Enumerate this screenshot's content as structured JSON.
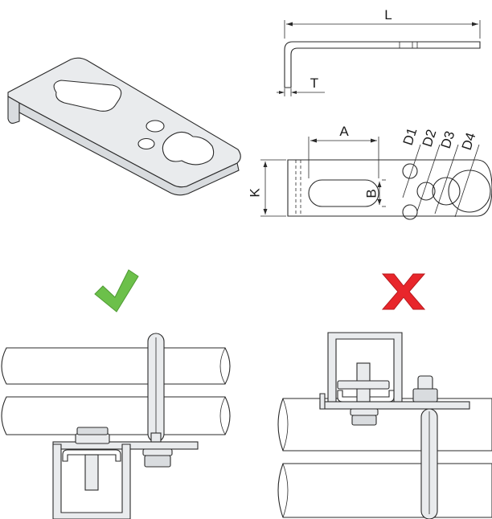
{
  "labels": {
    "L": "L",
    "T": "T",
    "A": "A",
    "B": "B",
    "K": "K",
    "D1": "D1",
    "D2": "D2",
    "D3": "D3",
    "D4": "D4"
  },
  "colors": {
    "correct": "#6cc04a",
    "incorrect": "#e8262b",
    "line": "#2a2a2a",
    "metal": "#e9ebed"
  },
  "icons": {
    "correct": "check-mark-icon",
    "incorrect": "cross-mark-icon"
  }
}
